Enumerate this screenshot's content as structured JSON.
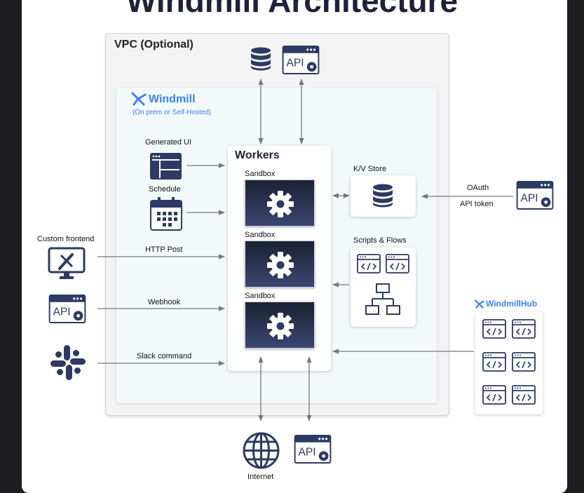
{
  "title": "Windmill Architecture",
  "vpc_label": "VPC (Optional)",
  "onprem": {
    "logo_text": "Windmill",
    "subtitle": "(On prem or Self-Hosted)"
  },
  "workers": {
    "label": "Workers",
    "sandboxes": [
      "Sandbox",
      "Sandbox",
      "Sandbox"
    ]
  },
  "kv_store_label": "K/V Store",
  "scripts_flows_label": "Scripts & Flows",
  "inputs": {
    "generated_ui": "Generated UI",
    "schedule": "Schedule",
    "custom_frontend": "Custom frontend",
    "http_post": "HTTP Post",
    "webhook": "Webhook",
    "slack_command": "Slack command"
  },
  "external_api": {
    "oauth": "OAuth",
    "api_token": "API token"
  },
  "hub_label": "WindmillHub",
  "internet_label": "Internet",
  "api_icon_text": "API",
  "colors": {
    "navy": "#2c3a64",
    "accent_blue": "#3b82f6",
    "arrow": "#777777"
  },
  "icons": [
    "database-icon",
    "api-icon",
    "gear-icon",
    "calendar-icon",
    "ui-layout-icon",
    "monitor-brush-icon",
    "slack-icon",
    "code-window-icon",
    "flow-tree-icon",
    "globe-icon",
    "windmill-logo-icon"
  ]
}
